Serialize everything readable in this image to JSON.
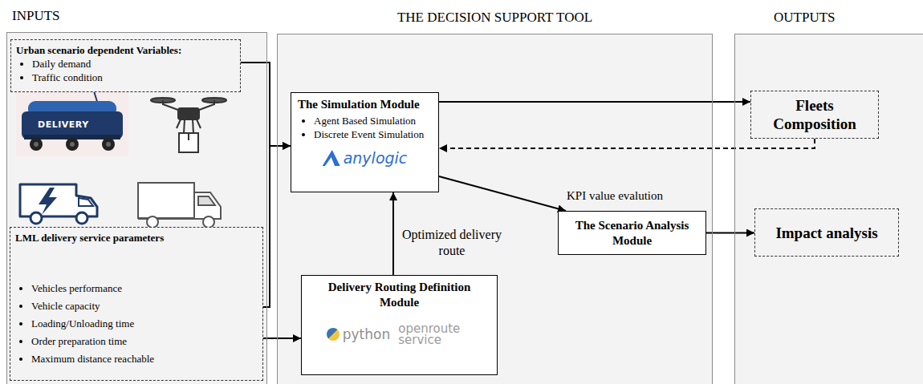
{
  "diagram": {
    "nodes": [
      {
        "text": [
          "INPUTS"
        ]
      },
      {
        "text": [
          "Urban scenario dependent Variables:",
          "Daily demand",
          "Traffic condition"
        ],
        "in": 0
      },
      {
        "text": [
          "LML delivery service parameters",
          "Vehicles performance",
          "Vehicle capacity",
          "Loading/Unloading time",
          "Order preparation time",
          "Maximum distance reachable"
        ],
        "in": 0
      },
      {
        "text": [
          "THE DECISION SUPPORT TOOL"
        ]
      },
      {
        "text": [
          "The Simulation Module",
          "Agent Based Simulation",
          "Discrete Event Simulation",
          "anylogic"
        ],
        "in": 3
      },
      {
        "text": [
          "Delivery Routing Definition Module",
          "python",
          "openroute service"
        ],
        "in": 3
      },
      {
        "text": [
          "The Scenario Analysis Module"
        ],
        "in": 3
      },
      {
        "text": [
          "OUTPUTS"
        ]
      },
      {
        "text": [
          "Fleets Composition"
        ],
        "in": 7
      },
      {
        "text": [
          "Impact analysis"
        ],
        "in": 7
      }
    ],
    "edges": [
      {
        "from": 1,
        "to": 4,
        "arrow": "to"
      },
      {
        "from": 2,
        "to": 4,
        "arrow": "to"
      },
      {
        "from": 2,
        "to": 5,
        "arrow": "to"
      },
      {
        "from": 5,
        "to": 4,
        "label": "Optimized delivery route",
        "arrow": "to"
      },
      {
        "from": 4,
        "to": 8,
        "arrow": "to"
      },
      {
        "from": 8,
        "to": 4,
        "arrow": "to"
      },
      {
        "from": 4,
        "to": 6,
        "arrow": "to"
      },
      {
        "from": 6,
        "to": 9,
        "arrow": "to"
      }
    ],
    "labels": [
      "KPI value evalution",
      "DELIVERY"
    ]
  }
}
